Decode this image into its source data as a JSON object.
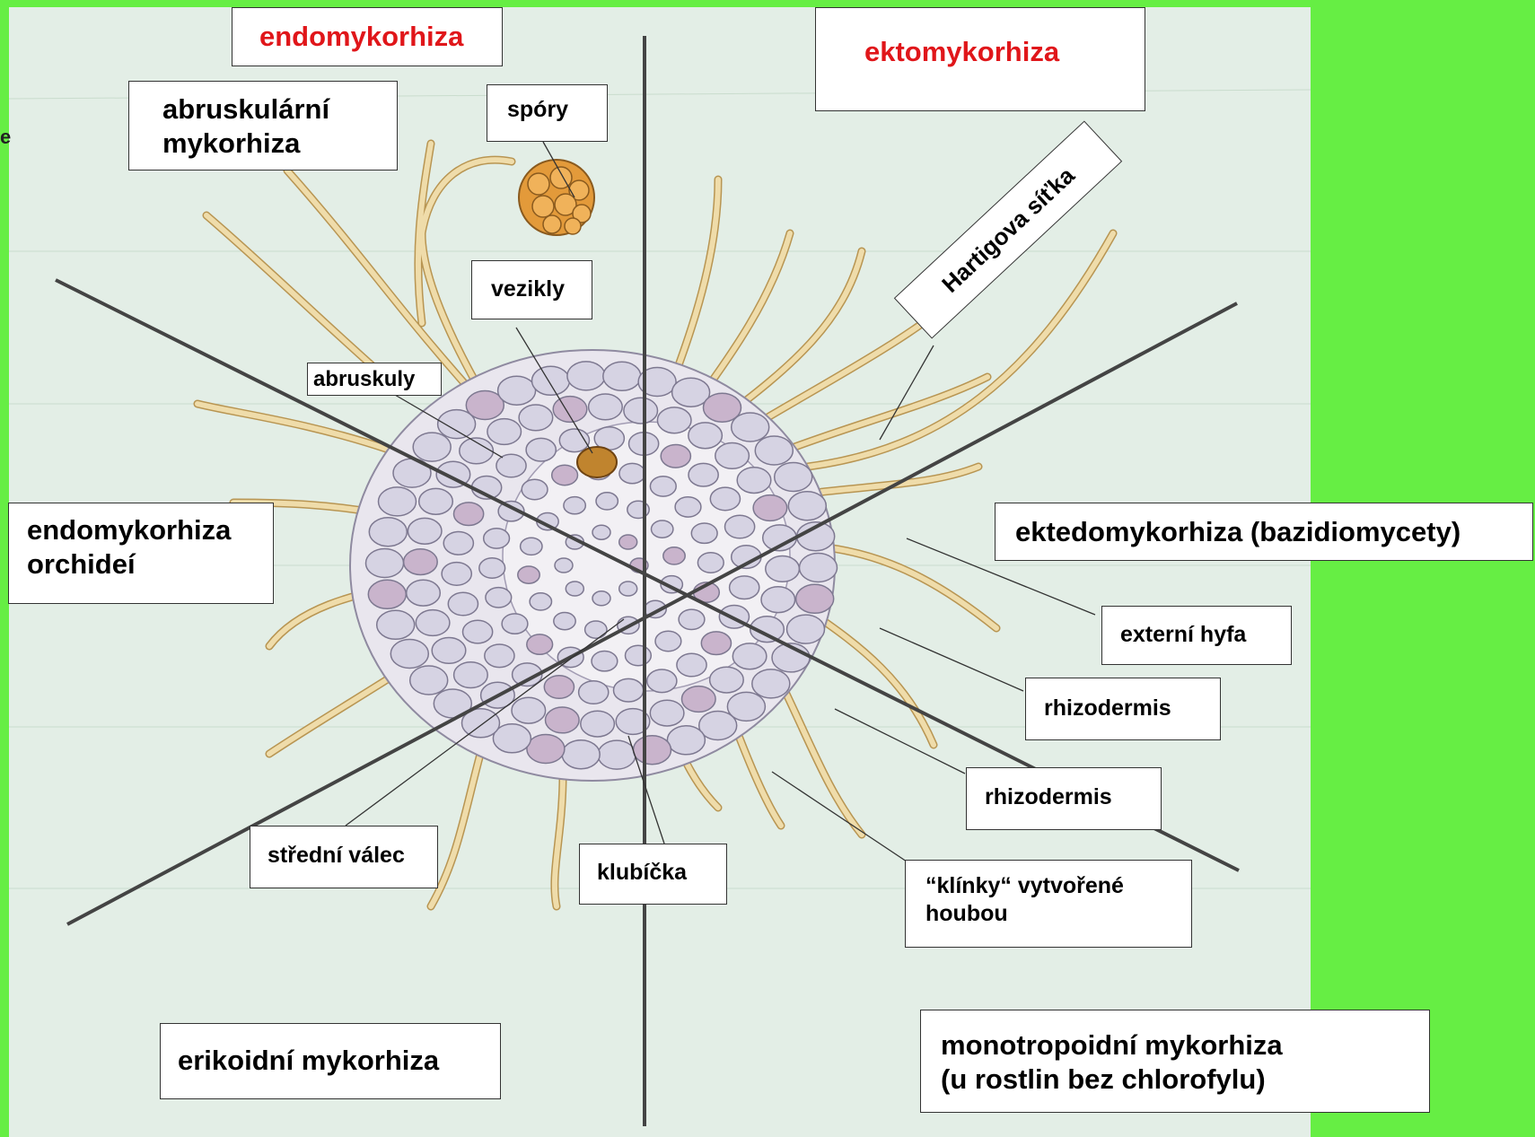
{
  "stray_char": "e",
  "labels": {
    "endo_title": "endomykorhiza",
    "ekto_title": "ektomykorhiza",
    "arbuscular": [
      "abruskulární",
      "mykorhiza"
    ],
    "spory": "spóry",
    "vezikly": "vezikly",
    "abruskuly": "abruskuly",
    "hartig": "Hartigova síťka",
    "orchid": [
      "endomykorhiza",
      "orchideí"
    ],
    "ektendo": "ektedomykorhiza (bazidiomycety)",
    "externi_hyfa": "externí hyfa",
    "rhizodermis_1": "rhizodermis",
    "rhizodermis_2": "rhizodermis",
    "klinky": [
      "“klínky“ vytvořené",
      "houbou"
    ],
    "stredni_valec": "střední válec",
    "klubicka": "klubíčka",
    "erikoidni": "erikoidní mykorhiza",
    "monotropoid": [
      "monotropoidní mykorhiza",
      "(u rostlin bez chlorofylu)"
    ]
  },
  "colors": {
    "background": "#66ee44",
    "panel": "#e3eee6",
    "accent_red": "#e0161a",
    "hypha": "#efdcaa",
    "hypha_outline": "#b89552",
    "cell": "#d6d3e3",
    "spore": "#e39a3a",
    "divider": "#444444"
  }
}
